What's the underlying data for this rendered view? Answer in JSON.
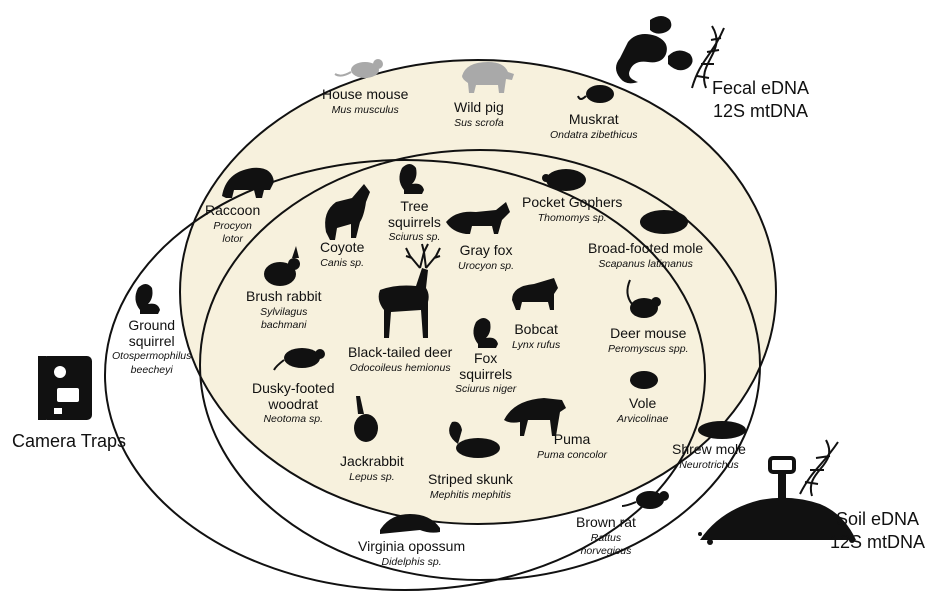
{
  "colors": {
    "fill": "#f7f1dd",
    "outline": "#111111",
    "silhouette": "#111111",
    "non_native_silhouette": "#a9a9a9"
  },
  "methods": {
    "fecal": {
      "line1": "Fecal eDNA",
      "line2": "12S mtDNA",
      "icon": "scat-dna-icon"
    },
    "camera": {
      "label": "Camera Traps",
      "icon": "camera-trap-icon"
    },
    "soil": {
      "line1": "Soil eDNA",
      "line2": "12S mtDNA",
      "icon": "soil-shovel-dna-icon"
    }
  },
  "species": {
    "house_mouse": {
      "common": "House mouse",
      "sci": "Mus musculus",
      "icon": "mouse-icon"
    },
    "wild_pig": {
      "common": "Wild pig",
      "sci": "Sus scrofa",
      "icon": "pig-icon"
    },
    "muskrat": {
      "common": "Muskrat",
      "sci": "Ondatra  zibethicus",
      "icon": "muskrat-icon"
    },
    "raccoon": {
      "common": "Raccoon",
      "sci1": "Procyon",
      "sci2": "lotor",
      "icon": "raccoon-icon"
    },
    "coyote": {
      "common": "Coyote",
      "sci": "Canis sp.",
      "icon": "coyote-icon"
    },
    "tree_squirrels": {
      "common1": "Tree",
      "common2": "squirrels",
      "sci": "Sciurus sp.",
      "icon": "squirrel-icon"
    },
    "gray_fox": {
      "common": "Gray fox",
      "sci": "Urocyon sp.",
      "icon": "fox-icon"
    },
    "pocket_gophers": {
      "common": "Pocket Gophers",
      "sci": "Thomomys sp.",
      "icon": "gopher-icon"
    },
    "broad_footed_mole": {
      "common": "Broad-footed mole",
      "sci": "Scapanus latimanus",
      "icon": "mole-icon"
    },
    "brush_rabbit": {
      "common": "Brush rabbit",
      "sci1": "Sylvilagus",
      "sci2": "bachmani",
      "icon": "rabbit-icon"
    },
    "black_tailed_deer": {
      "common": "Black-tailed deer",
      "sci": "Odocoileus hemionus",
      "icon": "deer-icon"
    },
    "bobcat": {
      "common": "Bobcat",
      "sci": "Lynx rufus",
      "icon": "bobcat-icon"
    },
    "deer_mouse": {
      "common": "Deer mouse",
      "sci": "Peromyscus spp.",
      "icon": "deer-mouse-icon"
    },
    "ground_squirrel": {
      "common1": "Ground",
      "common2": "squirrel",
      "sci1": "Otospermophilus",
      "sci2": "beecheyi",
      "icon": "ground-squirrel-icon"
    },
    "fox_squirrels": {
      "common1": "Fox",
      "common2": "squirrels",
      "sci": "Sciurus niger",
      "icon": "fox-squirrel-icon"
    },
    "dusky_footed_woodrat": {
      "common1": "Dusky-footed",
      "common2": "woodrat",
      "sci": "Neotoma sp.",
      "icon": "woodrat-icon"
    },
    "vole": {
      "common": "Vole",
      "sci": "Arvicolinae",
      "icon": "vole-icon"
    },
    "puma": {
      "common": "Puma",
      "sci": "Puma concolor",
      "icon": "puma-icon"
    },
    "jackrabbit": {
      "common": "Jackrabbit",
      "sci": "Lepus sp.",
      "icon": "jackrabbit-icon"
    },
    "striped_skunk": {
      "common": "Striped skunk",
      "sci": "Mephitis mephitis",
      "icon": "skunk-icon"
    },
    "shrew_mole": {
      "common": "Shrew mole",
      "sci": "Neurotrichus",
      "icon": "shrew-mole-icon"
    },
    "brown_rat": {
      "common": "Brown rat",
      "sci1": "Rattus",
      "sci2": "norvegicus",
      "icon": "rat-icon"
    },
    "virginia_opossum": {
      "common": "Virginia opossum",
      "sci": "Didelphis sp.",
      "icon": "opossum-icon"
    }
  }
}
